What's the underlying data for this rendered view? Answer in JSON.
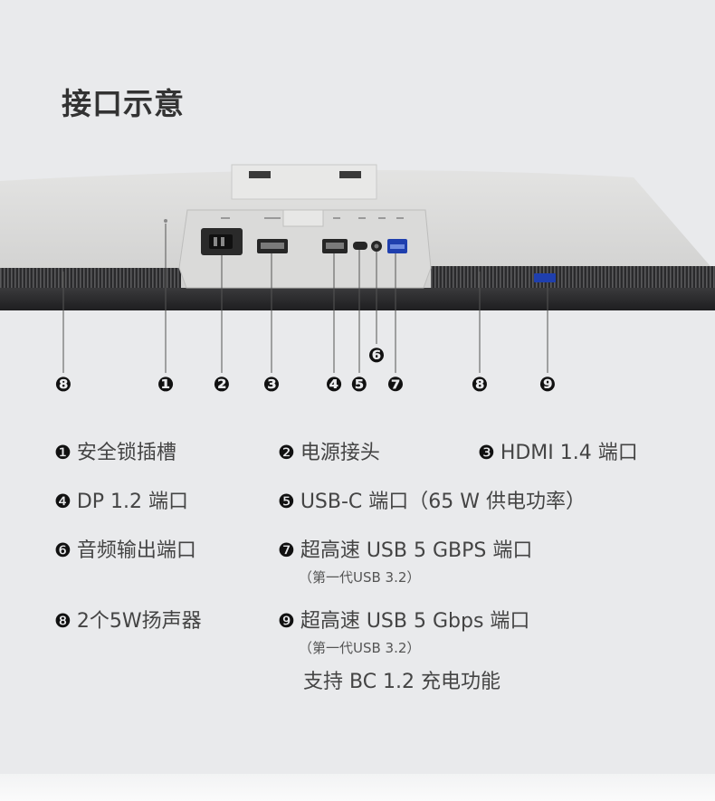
{
  "title": "接口示意",
  "callouts": [
    "❽",
    "❶",
    "❷",
    "❸",
    "❹",
    "❺",
    "❻",
    "❼",
    "❽",
    "❾"
  ],
  "legend": [
    {
      "num": "❶",
      "label": "安全锁插槽"
    },
    {
      "num": "❷",
      "label": "电源接头"
    },
    {
      "num": "❸",
      "label": "HDMI 1.4 端口"
    },
    {
      "num": "❹",
      "label": "DP 1.2 端口"
    },
    {
      "num": "❺",
      "label": "USB-C 端口（65 W 供电功率）"
    },
    {
      "num": "❻",
      "label": "音频输出端口"
    },
    {
      "num": "❼",
      "label": "超高速 USB 5 GBPS 端口",
      "sub": "（第一代USB 3.2）"
    },
    {
      "num": "❽",
      "label": "2个5W扬声器"
    },
    {
      "num": "❾",
      "label": "超高速 USB 5 Gbps 端口",
      "sub": "（第一代USB 3.2）",
      "extra": "支持 BC 1.2 充电功能"
    }
  ],
  "colors": {
    "background": "#e9eaec",
    "monitor_body": "#d7d7d7",
    "bezel": "#2b2b2d",
    "text": "#444444"
  }
}
